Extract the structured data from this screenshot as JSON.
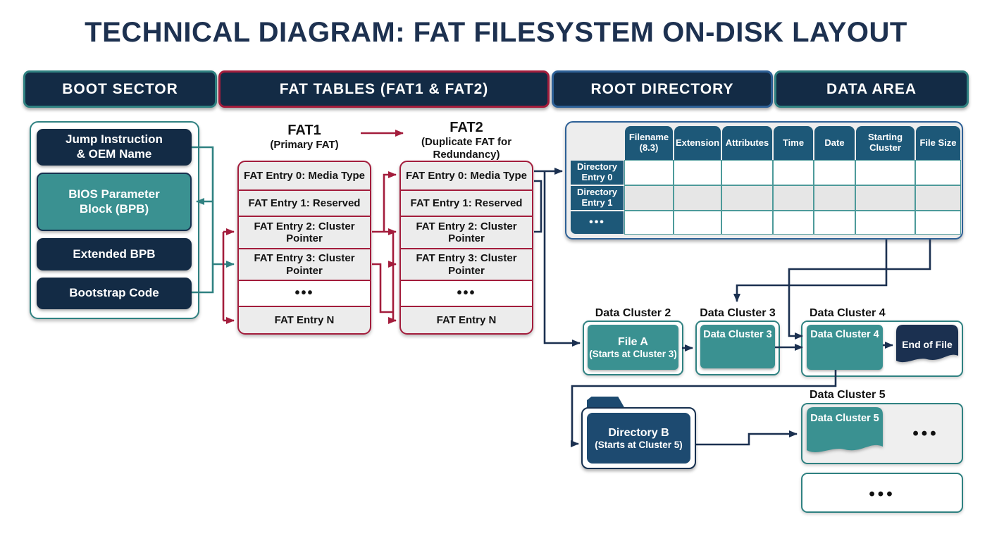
{
  "title": "TECHNICAL DIAGRAM: FAT FILESYSTEM ON-DISK LAYOUT",
  "section_headers": {
    "boot_sector": "BOOT SECTOR",
    "fat_tables": "FAT TABLES (FAT1 & FAT2)",
    "root_directory": "ROOT DIRECTORY",
    "data_area": "DATA AREA"
  },
  "boot_sector": {
    "jump": {
      "line1": "Jump Instruction",
      "line2": "& OEM Name"
    },
    "bpb": {
      "line1": "BIOS Parameter",
      "line2": "Block (BPB)"
    },
    "extended": "Extended BPB",
    "bootstrap": "Bootstrap Code"
  },
  "fat1": {
    "title": "FAT1",
    "subtitle": "(Primary FAT)",
    "rows": [
      "FAT Entry 0: Media Type",
      "FAT Entry 1: Reserved",
      "FAT Entry 2: Cluster Pointer",
      "FAT Entry 3: Cluster Pointer",
      "•••",
      "FAT Entry N"
    ]
  },
  "fat2": {
    "title": "FAT2",
    "subtitle": "(Duplicate FAT for Redundancy)",
    "rows": [
      "FAT Entry 0: Media Type",
      "FAT Entry 1: Reserved",
      "FAT Entry 2: Cluster Pointer",
      "FAT Entry 3: Cluster Pointer",
      "•••",
      "FAT Entry N"
    ]
  },
  "root_directory_table": {
    "columns": [
      "Filename (8.3)",
      "Extension",
      "Attributes",
      "Time",
      "Date",
      "Starting Cluster",
      "File Size"
    ],
    "row_labels": [
      "Directory Entry 0",
      "Directory Entry 1",
      "•••"
    ]
  },
  "data_area": {
    "cluster2": {
      "label": "Data Cluster 2",
      "content_line1": "File A",
      "content_line2": "(Starts at Cluster 3)"
    },
    "cluster3": {
      "label": "Data Cluster 3",
      "content": "Data Cluster 3"
    },
    "cluster4": {
      "label": "Data Cluster 4",
      "content": "Data Cluster 4",
      "eof": "End of File"
    },
    "cluster5": {
      "label": "Data Cluster 5",
      "content": "Data Cluster 5",
      "dots": "•••"
    },
    "directory_b": {
      "line1": "Directory B",
      "line2": "(Starts at Cluster 5)"
    },
    "more_box_dots": "•••"
  },
  "colors": {
    "navy_box": "#132b45",
    "title_text": "#1d3150",
    "teal_fill": "#3a9191",
    "teal_border": "#2f8181",
    "crimson": "#a31d3c",
    "blue_border": "#2d6096",
    "table_header_blue": "#1d5878",
    "directory_b_blue": "#1d4a70",
    "end_of_file_navy": "#1b3050",
    "light_gray": "#ececec"
  }
}
